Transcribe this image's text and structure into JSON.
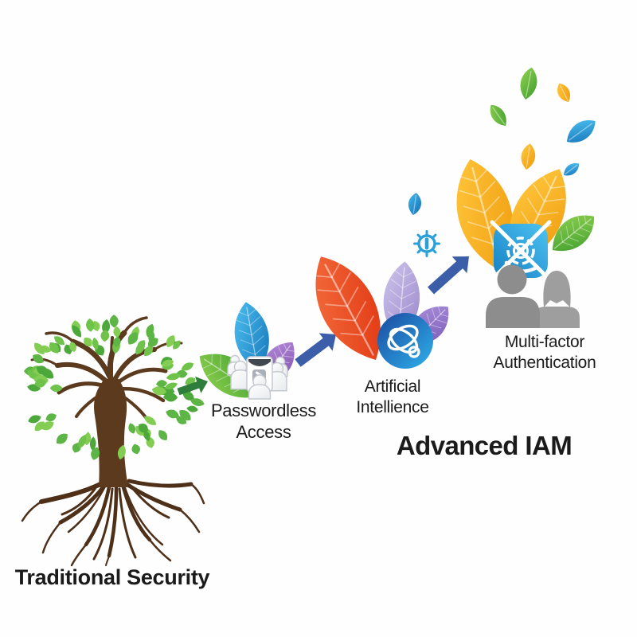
{
  "canvas": {
    "background": "#fefefe"
  },
  "diagram": {
    "heading": "Advanced IAM",
    "stages": [
      {
        "key": "traditional",
        "label": "Traditional Security",
        "icon": "tree-with-roots-icon"
      },
      {
        "key": "passwordless",
        "line1": "Passwordless",
        "line2": "Access",
        "icon": "user-group-icon"
      },
      {
        "key": "ai",
        "line1": "Artificial",
        "line2": "Intellience",
        "icon": "ai-orbit-icon"
      },
      {
        "key": "mfa",
        "line1": "Multi-factor",
        "line2": "Authentication",
        "icon": "vault-dial-icon"
      }
    ],
    "extra_icons": [
      "gear-icon",
      "leaf-drop-icon",
      "scattered-leaves",
      "man-silhouette-icon",
      "woman-silhouette-icon"
    ],
    "arrows": [
      {
        "name": "arrow-traditional-to-passwordless",
        "color": "#2e7d3b"
      },
      {
        "name": "arrow-passwordless-to-ai",
        "color": "#3c5ea8"
      },
      {
        "name": "arrow-ai-to-mfa",
        "color": "#3c5ea8"
      }
    ]
  },
  "palette": {
    "text": "#1b1b1b",
    "tree_trunk": "#5b3a1e",
    "tree_root": "#4e2f18",
    "tree_leaf_greens": [
      "#4da83c",
      "#5cb544",
      "#6fc24a",
      "#82cd52"
    ],
    "leaf_green": [
      "#8fd14f",
      "#3f9e2e"
    ],
    "leaf_blue": [
      "#4fc3f2",
      "#1373b8"
    ],
    "leaf_purple": [
      "#b48ad8",
      "#7e4fae"
    ],
    "leaf_red": [
      "#f4703f",
      "#e0330f"
    ],
    "leaf_lavender": [
      "#cdc4ea",
      "#9a87cc"
    ],
    "leaf_violet": [
      "#a98fd8",
      "#7a58b8"
    ],
    "leaf_yellow": [
      "#ffc93f",
      "#f09a0c"
    ],
    "ai_circle": [
      "#1a4aa0",
      "#2fb0ea"
    ],
    "mfa_square": [
      "#4cc3f2",
      "#1780c4"
    ],
    "droplet": [
      "#41b7ec",
      "#1470b4"
    ],
    "gear": "#2aa0d8",
    "person_front": "#8d8d8d",
    "person_back": "#9e9e9e",
    "icon_white": "#ffffff",
    "icon_white_shade": "#e7eaee",
    "icon_outline": "#c4c9cf",
    "icon_dark": "#41474f",
    "chevron_bg": "#aab0b8"
  }
}
